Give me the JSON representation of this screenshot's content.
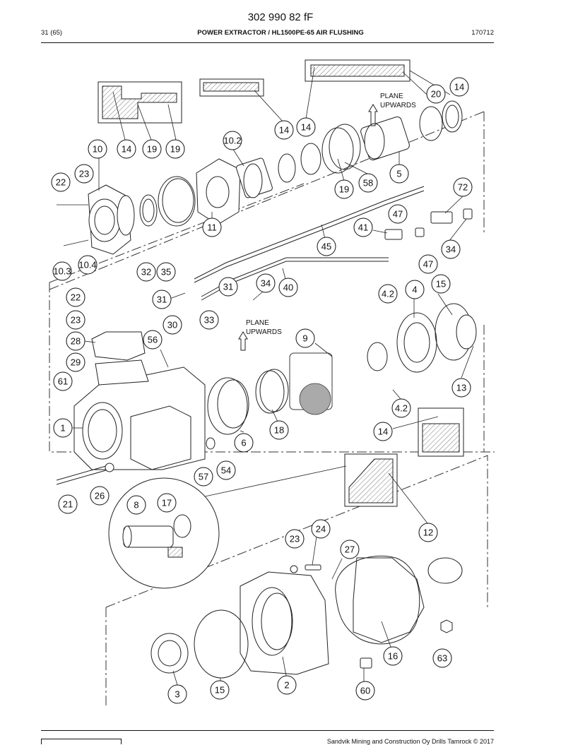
{
  "header": {
    "doc_number": "302 990 82 fF",
    "page": "31 (65)",
    "title": "POWER EXTRACTOR / HL1500PE-65 AIR FLUSHING",
    "date": "170712"
  },
  "notes": {
    "plane_upwards_top": [
      "PLANE",
      "UPWARDS"
    ],
    "plane_upwards_mid": [
      "PLANE",
      "UPWARDS"
    ]
  },
  "callouts": [
    "14",
    "20",
    "14",
    "14",
    "10.2",
    "10",
    "14",
    "19",
    "19",
    "5",
    "23",
    "22",
    "19",
    "58",
    "72",
    "47",
    "11",
    "41",
    "45",
    "34",
    "10.3",
    "10.4",
    "32",
    "35",
    "47",
    "22",
    "31",
    "34",
    "40",
    "31",
    "4.2",
    "4",
    "15",
    "23",
    "33",
    "30",
    "56",
    "28",
    "9",
    "29",
    "61",
    "13",
    "4.2",
    "1",
    "18",
    "14",
    "6",
    "54",
    "57",
    "21",
    "26",
    "17",
    "8",
    "12",
    "24",
    "23",
    "27",
    "16",
    "63",
    "15",
    "2",
    "3",
    "60"
  ],
  "footer": {
    "copyright": "Sandvik Mining and Construction Oy Drills Tamrock © 2017"
  }
}
